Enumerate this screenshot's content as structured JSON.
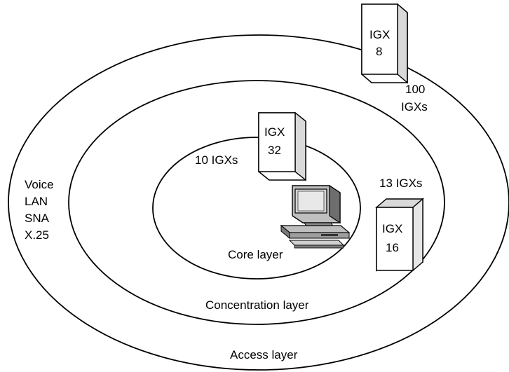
{
  "diagram": {
    "layers": {
      "access": "Access layer",
      "concentration": "Concentration layer",
      "core": "Core layer"
    },
    "counts": {
      "access": [
        "100",
        "IGXs"
      ],
      "concentration": "13 IGXs",
      "core": "10 IGXs"
    },
    "traffic_types": [
      "Voice",
      "LAN",
      "SNA",
      "X.25"
    ],
    "switches": {
      "igx8": [
        "IGX",
        "8"
      ],
      "igx32": [
        "IGX",
        "32"
      ],
      "igx16": [
        "IGX",
        "16"
      ]
    }
  }
}
